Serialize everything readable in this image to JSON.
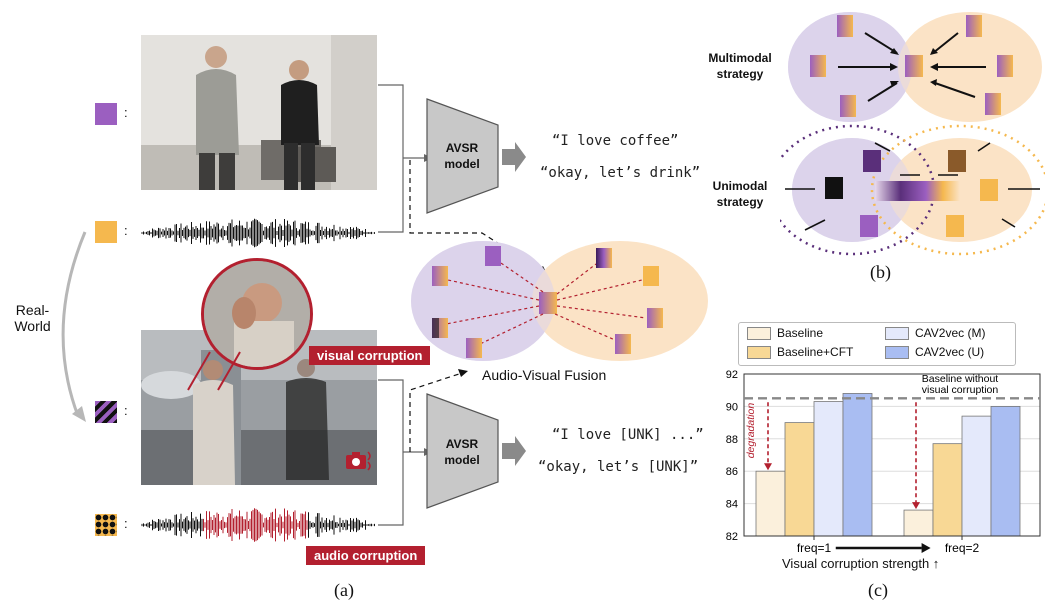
{
  "panel_a": {
    "caption": "(a)",
    "real_world": "Real-\nWorld",
    "avsr_top": "AVSR\nmodel",
    "avsr_bottom": "AVSR\nmodel",
    "output_clean_1": "“I love coffee”",
    "output_clean_2": "“okay, let’s drink”",
    "output_corrupt_1": "“I love [UNK] ...”",
    "output_corrupt_2": "“okay, let’s [UNK]”",
    "visual_corruption": "visual corruption",
    "audio_corruption": "audio corruption",
    "fusion_label": "Audio-Visual Fusion",
    "colon": ":"
  },
  "panel_b": {
    "caption": "(b)",
    "multimodal": "Multimodal\nstrategy",
    "unimodal": "Unimodal\nstrategy"
  },
  "panel_c": {
    "caption": "(c)",
    "annotation_baseline": "Baseline without\nvisual corruption",
    "annotation_degradation": "degradation",
    "xlabel": "Visual corruption strength ↑"
  },
  "chart_data": {
    "type": "bar",
    "categories": [
      "freq=1",
      "freq=2"
    ],
    "series": [
      {
        "name": "Baseline",
        "values": [
          86.0,
          83.6
        ],
        "color": "#fbf0dc"
      },
      {
        "name": "Baseline+CFT",
        "values": [
          89.0,
          87.7
        ],
        "color": "#f8d895"
      },
      {
        "name": "CAV2vec (M)",
        "values": [
          90.3,
          89.4
        ],
        "color": "#e4e9fb"
      },
      {
        "name": "CAV2vec (U)",
        "values": [
          90.8,
          90.0
        ],
        "color": "#a9bdf2"
      }
    ],
    "reference_line": {
      "label": "Baseline without visual corruption",
      "value": 90.5
    },
    "ylim": [
      82,
      92
    ],
    "yticks": [
      82,
      84,
      86,
      88,
      90,
      92
    ],
    "xlabel": "Visual corruption strength ↑",
    "ylabel": "",
    "legend_position": "top",
    "grid": true
  },
  "colors": {
    "purple": "#9b5fc0",
    "orange": "#f5b84e",
    "accent_red": "#b3202f",
    "visual_ellipse": "#dcd3eb",
    "audio_ellipse": "#fbe3c6"
  }
}
